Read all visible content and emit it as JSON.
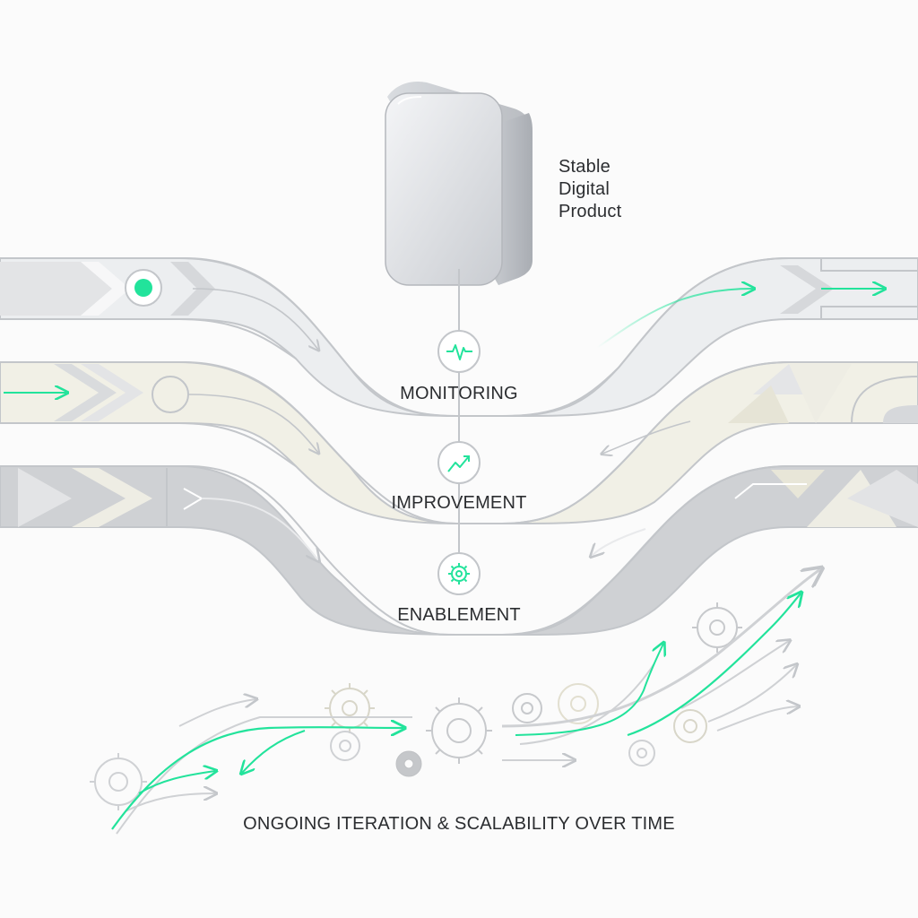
{
  "product": {
    "label_lines": [
      "Stable",
      "Digital",
      "Product"
    ]
  },
  "stages": [
    {
      "label": "MONITORING",
      "icon": "pulse-icon"
    },
    {
      "label": "IMPROVEMENT",
      "icon": "trend-up-icon"
    },
    {
      "label": "ENABLEMENT",
      "icon": "gear-icon"
    }
  ],
  "footer": {
    "caption": "ONGOING ITERATION & SCALABILITY OVER TIME"
  },
  "colors": {
    "accent": "#22e39b",
    "band_monitoring": "#eceef0",
    "band_improvement": "#f1f0e6",
    "band_enablement": "#cfd1d4",
    "outline": "#c3c6ca",
    "text": "#2b2d30"
  }
}
